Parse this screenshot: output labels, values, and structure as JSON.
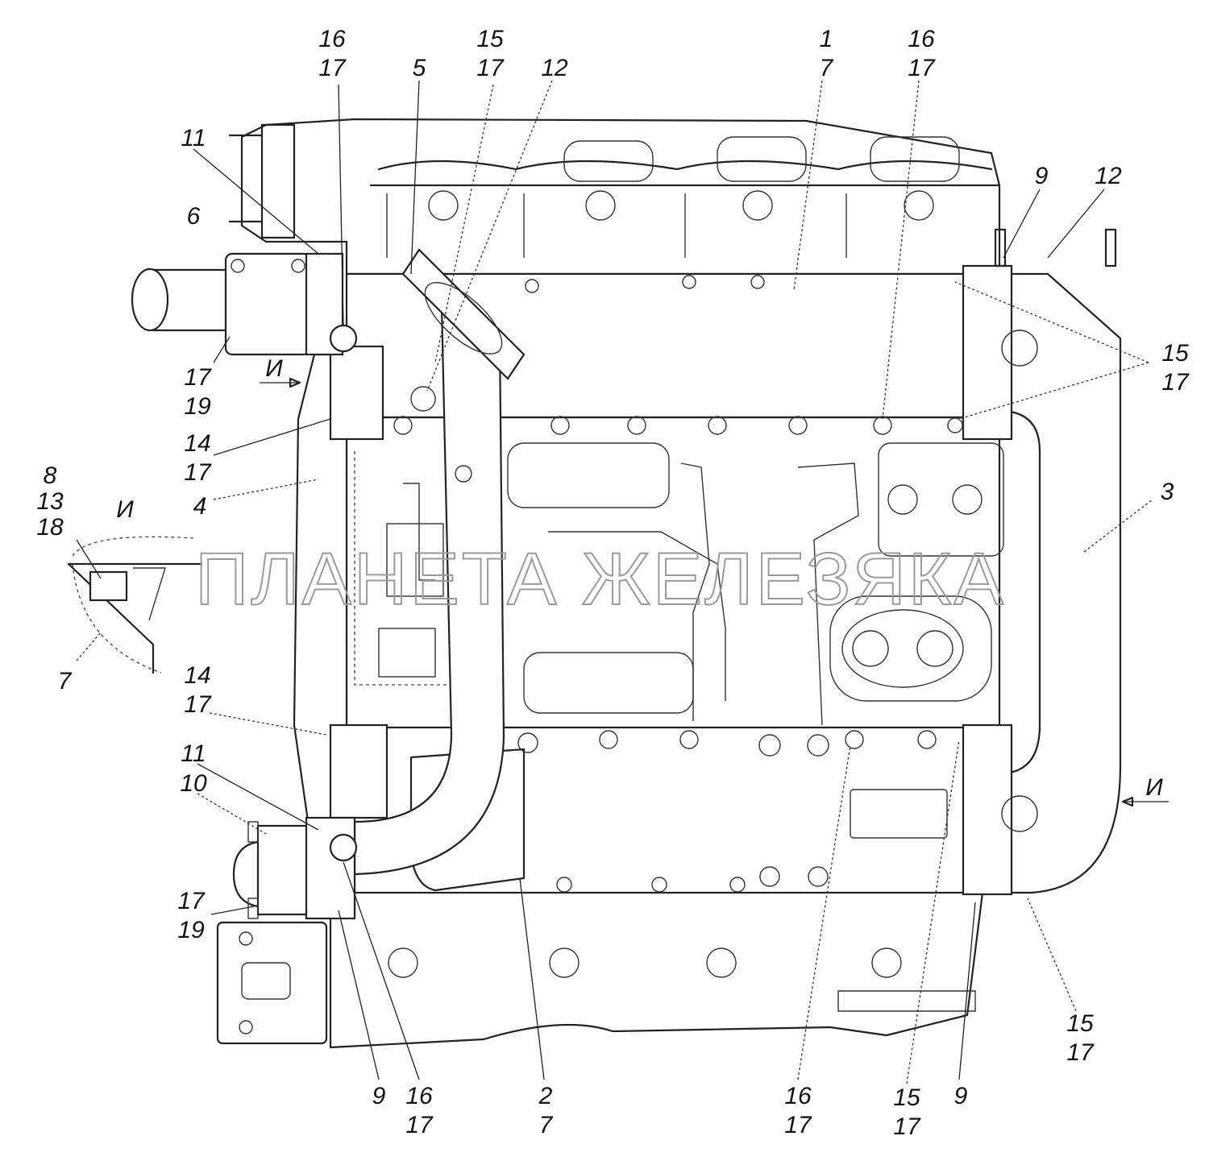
{
  "watermark": "ПЛАНЕТА ЖЕЛЕЗЯКА",
  "view_marker": "И",
  "callouts": [
    {
      "id": "c-16-17-tl",
      "lines": [
        "16",
        "17"
      ]
    },
    {
      "id": "c-15-17-t",
      "lines": [
        "15",
        "17"
      ]
    },
    {
      "id": "c-5",
      "lines": [
        "5"
      ]
    },
    {
      "id": "c-12-t",
      "lines": [
        "12"
      ]
    },
    {
      "id": "c-1-7",
      "lines": [
        "1",
        "7"
      ]
    },
    {
      "id": "c-16-17-tr",
      "lines": [
        "16",
        "17"
      ]
    },
    {
      "id": "c-11-t",
      "lines": [
        "11"
      ]
    },
    {
      "id": "c-6",
      "lines": [
        "6"
      ]
    },
    {
      "id": "c-9-tr",
      "lines": [
        "9"
      ]
    },
    {
      "id": "c-12-tr",
      "lines": [
        "12"
      ]
    },
    {
      "id": "c-15-17-r",
      "lines": [
        "15",
        "17"
      ]
    },
    {
      "id": "c-17-19-t",
      "lines": [
        "17",
        "19"
      ]
    },
    {
      "id": "c-14-17-t",
      "lines": [
        "14",
        "17"
      ]
    },
    {
      "id": "c-8-13-18",
      "lines": [
        "8",
        "13",
        "18"
      ]
    },
    {
      "id": "c-4",
      "lines": [
        "4"
      ]
    },
    {
      "id": "c-3",
      "lines": [
        "3"
      ]
    },
    {
      "id": "c-7-inset",
      "lines": [
        "7"
      ]
    },
    {
      "id": "c-14-17-b",
      "lines": [
        "14",
        "17"
      ]
    },
    {
      "id": "c-11-b",
      "lines": [
        "11"
      ]
    },
    {
      "id": "c-10",
      "lines": [
        "10"
      ]
    },
    {
      "id": "c-17-19-b",
      "lines": [
        "17",
        "19"
      ]
    },
    {
      "id": "c-9-bl",
      "lines": [
        "9"
      ]
    },
    {
      "id": "c-16-17-bl",
      "lines": [
        "16",
        "17"
      ]
    },
    {
      "id": "c-2-7",
      "lines": [
        "2",
        "7"
      ]
    },
    {
      "id": "c-16-17-bm",
      "lines": [
        "16",
        "17"
      ]
    },
    {
      "id": "c-15-17-bm",
      "lines": [
        "15",
        "17"
      ]
    },
    {
      "id": "c-9-br",
      "lines": [
        "9"
      ]
    },
    {
      "id": "c-15-17-br",
      "lines": [
        "15",
        "17"
      ]
    }
  ]
}
